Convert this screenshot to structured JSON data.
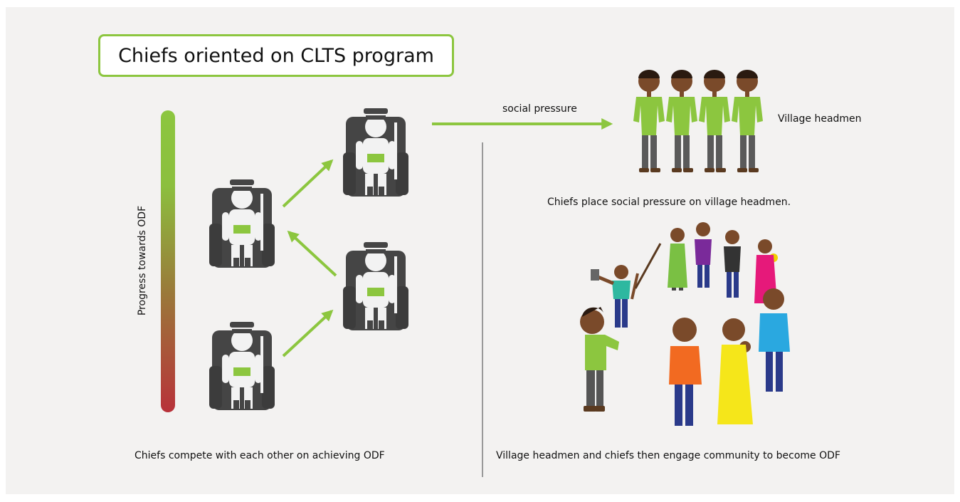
{
  "title": "Chiefs oriented on CLTS program",
  "progress_label": "Progress towards ODF",
  "arrow_label": "social pressure",
  "headmen_label": "Village headmen",
  "pressure_caption": "Chiefs place social pressure on village headmen.",
  "left_caption": "Chiefs compete with each other on achieving ODF",
  "right_caption": "Village headmen and chiefs then engage community to become ODF",
  "colors": {
    "accent_green": "#8cc63f",
    "chief_gray": "#454545",
    "skin": "#7a4a2a",
    "trousers_gray": "#555555",
    "bar_bottom_red": "#b8323a"
  }
}
